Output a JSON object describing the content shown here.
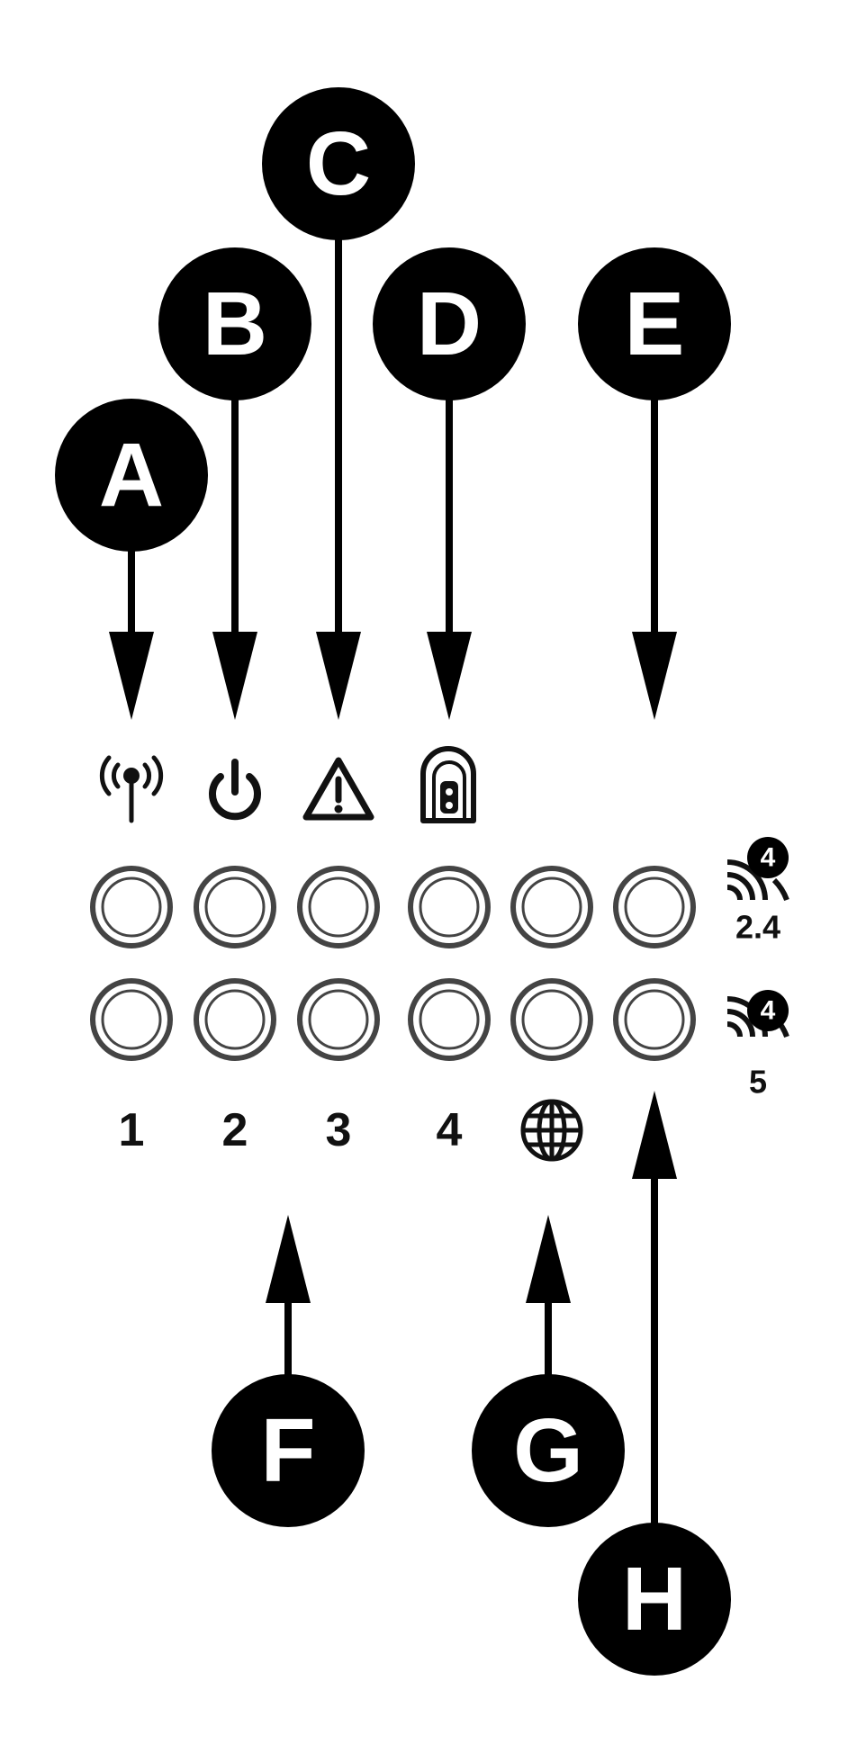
{
  "callouts": {
    "a": "A",
    "b": "B",
    "c": "C",
    "d": "D",
    "e": "E",
    "f": "F",
    "g": "G",
    "h": "H"
  },
  "indicator_icons": [
    "antenna-icon",
    "power-icon",
    "warning-icon",
    "lock-icon"
  ],
  "port_labels": [
    "1",
    "2",
    "3",
    "4"
  ],
  "internet_icon": "globe-icon",
  "wifi_bands": {
    "band_24": {
      "badge": "4",
      "label": "2.4"
    },
    "band_5": {
      "badge": "4",
      "label": "5"
    }
  },
  "colors": {
    "ink": "#000000",
    "led_ring": "#444444",
    "background": "#ffffff"
  },
  "led_rows": 2,
  "led_columns": 6
}
